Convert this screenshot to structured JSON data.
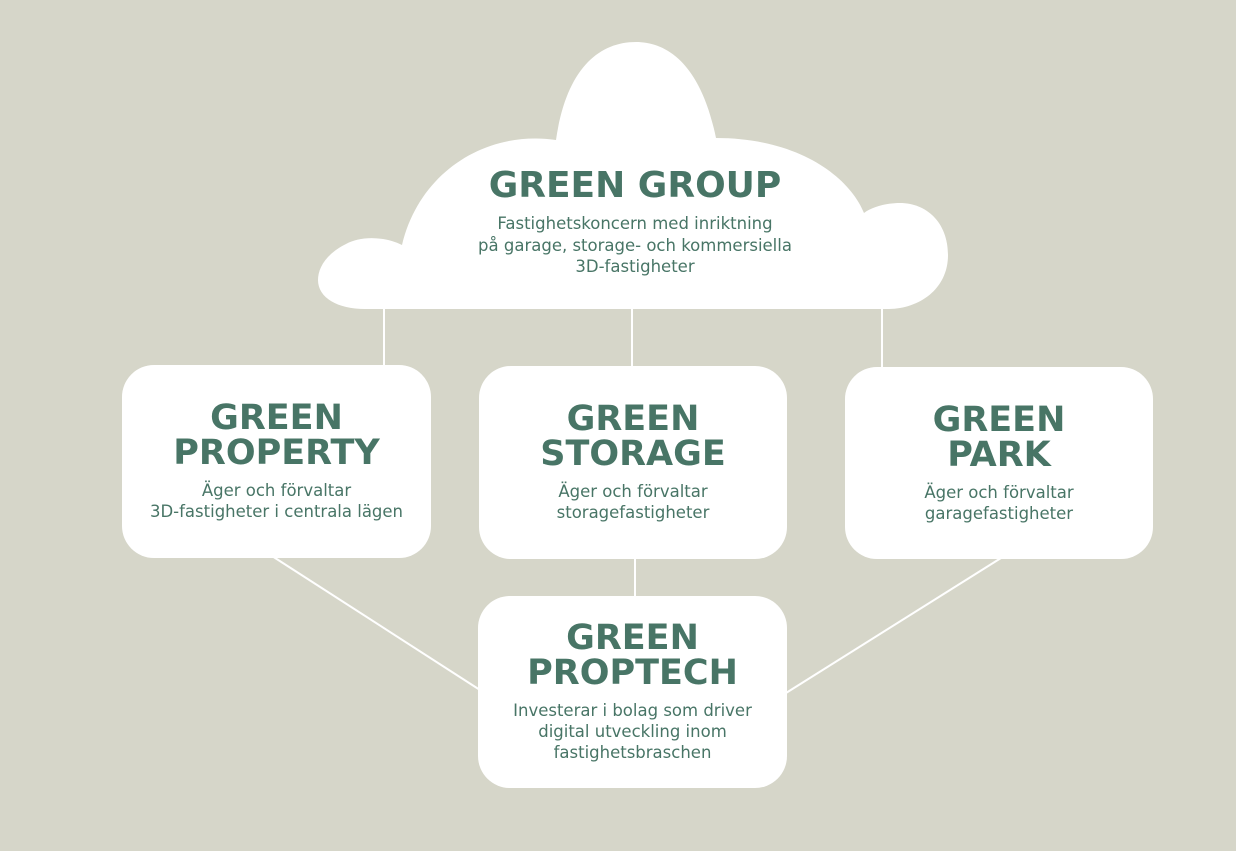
{
  "diagram": {
    "colors": {
      "background": "#d6d6c9",
      "node_fill": "#ffffff",
      "text": "#487566",
      "connector": "#ffffff"
    },
    "root": {
      "title": "GREEN GROUP",
      "description": "Fastighetskoncern med inriktning\npå garage, storage- och kommersiella\n3D-fastigheter"
    },
    "subsidiaries": [
      {
        "title": "GREEN\nPROPERTY",
        "description": "Äger och förvaltar\n3D-fastigheter i centrala lägen"
      },
      {
        "title": "GREEN\nSTORAGE",
        "description": "Äger och förvaltar\nstoragefastigheter"
      },
      {
        "title": "GREEN\nPARK",
        "description": "Äger och förvaltar\ngaragefastigheter"
      },
      {
        "title": "GREEN\nPROPTECH",
        "description": "Investerar i bolag som driver\ndigital utveckling inom\nfastighetsbraschen"
      }
    ]
  }
}
